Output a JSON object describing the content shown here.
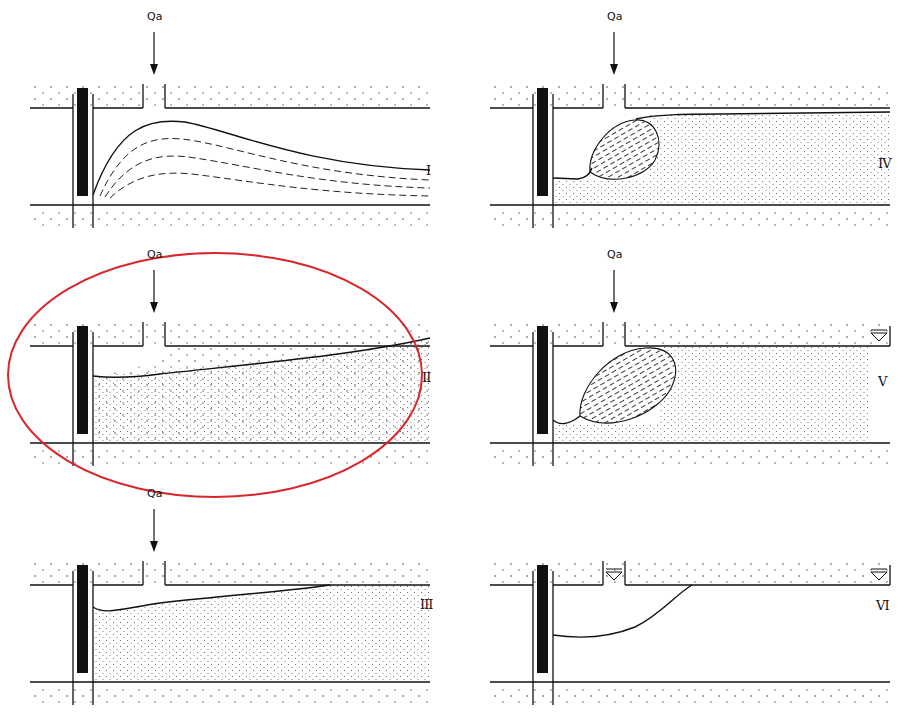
{
  "diagram": {
    "labels": [
      "Qa",
      "I",
      "Qa",
      "II",
      "Qa",
      "III",
      "Qa",
      "IV",
      "Qa",
      "V",
      "VI"
    ]
  }
}
